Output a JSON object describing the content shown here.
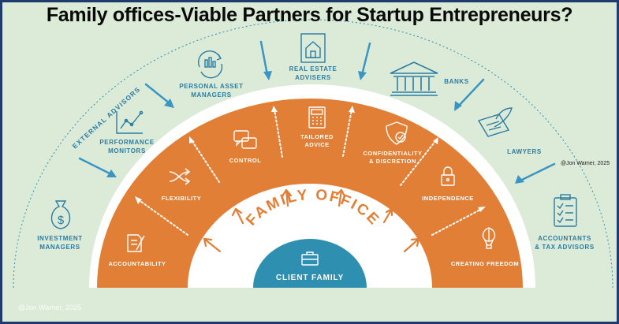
{
  "title": "Family offices-Viable Partners for Startup Entrepreneurs?",
  "watermark_right": "@Jon Warner, 2025",
  "watermark_bottom": "@Jon Warner, 2025",
  "external_label": "EXTERNAL ADVISORS",
  "center": {
    "client": "CLIENT FAMILY",
    "office": "FAMILY OFFICE"
  },
  "inner_ring": {
    "accountability": "ACCOUNTABILITY",
    "flexibility": "FLEXIBILITY",
    "control": "CONTROL",
    "tailored_1": "TAILORED",
    "tailored_2": "ADVICE",
    "confidentiality_1": "CONFIDENTIALITY",
    "confidentiality_2": "& DISCRETION",
    "independence": "INDEPENDENCE",
    "creating_freedom": "CREATING FREEDOM"
  },
  "outer": {
    "investment_1": "INVESTMENT",
    "investment_2": "MANAGERS",
    "performance_1": "PERFORMANCE",
    "performance_2": "MONITORS",
    "personal_1": "PERSONAL ASSET",
    "personal_2": "MANAGERS",
    "realestate_1": "REAL ESTATE",
    "realestate_2": "ADVISERS",
    "banks": "BANKS",
    "lawyers": "LAWYERS",
    "accountants_1": "ACCOUNTANTS",
    "accountants_2": "& TAX ADVISORS"
  },
  "colors": {
    "orange": "#e07f35",
    "teal": "#2e8fb0",
    "arrow_blue": "#3a95c3",
    "text_blue": "#2a7ca3",
    "background": "#dcebd8",
    "border": "#1f3b6e"
  },
  "icons": {
    "investment": "money-bag-icon",
    "performance": "line-chart-icon",
    "personal": "refresh-chart-icon",
    "realestate": "house-building-icon",
    "banks": "bank-icon",
    "lawyers": "quill-scroll-icon",
    "accountants": "checklist-clipboard-icon",
    "accountability": "document-pen-icon",
    "flexibility": "shuffle-icon",
    "control": "speech-bubbles-icon",
    "tailored": "calculator-icon",
    "confidentiality": "shield-check-icon",
    "independence": "padlock-icon",
    "creating_freedom": "hot-air-balloon-icon",
    "client": "briefcase-icon"
  }
}
